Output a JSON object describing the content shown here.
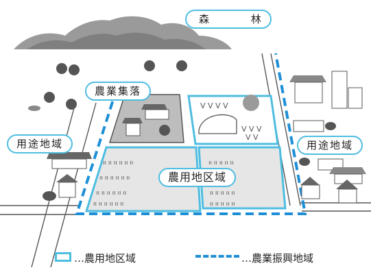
{
  "labels": {
    "forest": "森 林",
    "village": "農業集落",
    "urban_left": "用途地域",
    "urban_right": "用途地域",
    "agri_district": "農用地区域"
  },
  "legend": {
    "agri_district": "…農用地区域",
    "promotion_area": "…農業振興地域"
  },
  "colors": {
    "agri_border": "#4dbde0",
    "promotion_border": "#1e8fd6",
    "field_fill": "#e6e6e6",
    "forest": "#8a8a8a"
  },
  "icons": [
    "forest-icon",
    "tree-icon",
    "house-icon",
    "greenhouse-icon",
    "building-icon",
    "crop-icon"
  ]
}
